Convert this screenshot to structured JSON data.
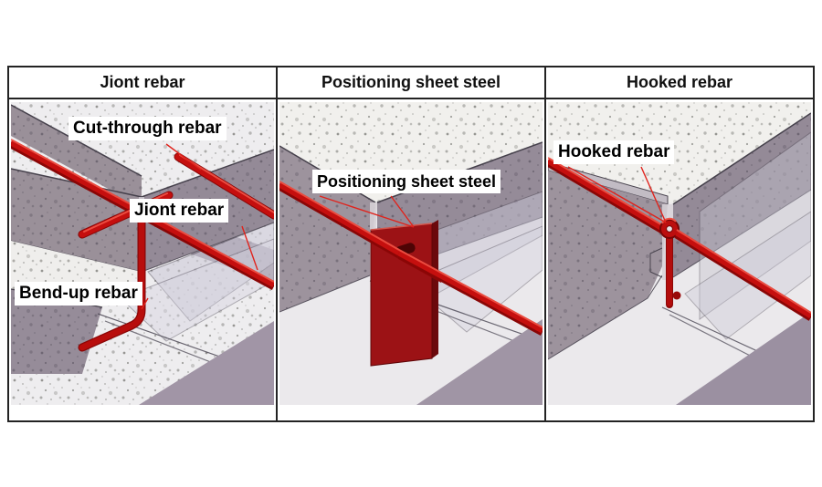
{
  "figure": {
    "description": "Three-panel comparison diagram of rebar joint details in concrete slabs",
    "background": "#ffffff",
    "table_border_color": "#232323"
  },
  "colors": {
    "rebar_red": "#c50f0e",
    "rebar_highlight": "#ef5346",
    "rebar_shadow": "#8a0606",
    "plate_dark_red": "#9c1215",
    "concrete_top": "#f1f0ed",
    "concrete_face": "#968c99",
    "glass_pane": "#c8c5d6",
    "floor_dark": "#a095a5",
    "label_bg": "#ffffff",
    "label_text": "#000000",
    "leader_line": "#e0231c"
  },
  "panels": [
    {
      "id": "joint-rebar",
      "header": "Jiont rebar",
      "labels": [
        {
          "text": "Cut-through rebar"
        },
        {
          "text": "Jiont rebar"
        },
        {
          "text": "Bend-up rebar"
        }
      ]
    },
    {
      "id": "positioning-sheet-steel",
      "header": "Positioning sheet steel",
      "labels": [
        {
          "text": "Positioning sheet steel"
        }
      ]
    },
    {
      "id": "hooked-rebar",
      "header": "Hooked rebar",
      "labels": [
        {
          "text": "Hooked rebar"
        }
      ]
    }
  ]
}
